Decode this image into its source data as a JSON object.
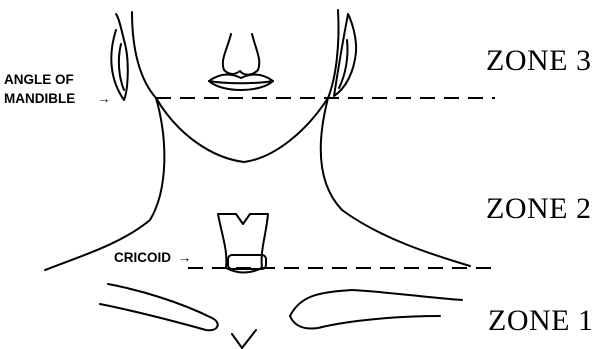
{
  "zones": {
    "zone3": "ZONE 3",
    "zone2": "ZONE 2",
    "zone1": "ZONE 1"
  },
  "annotations": {
    "angle_line1": "ANGLE OF",
    "angle_line2": "MANDIBLE",
    "cricoid": "CRICOID",
    "arrow": "→"
  }
}
